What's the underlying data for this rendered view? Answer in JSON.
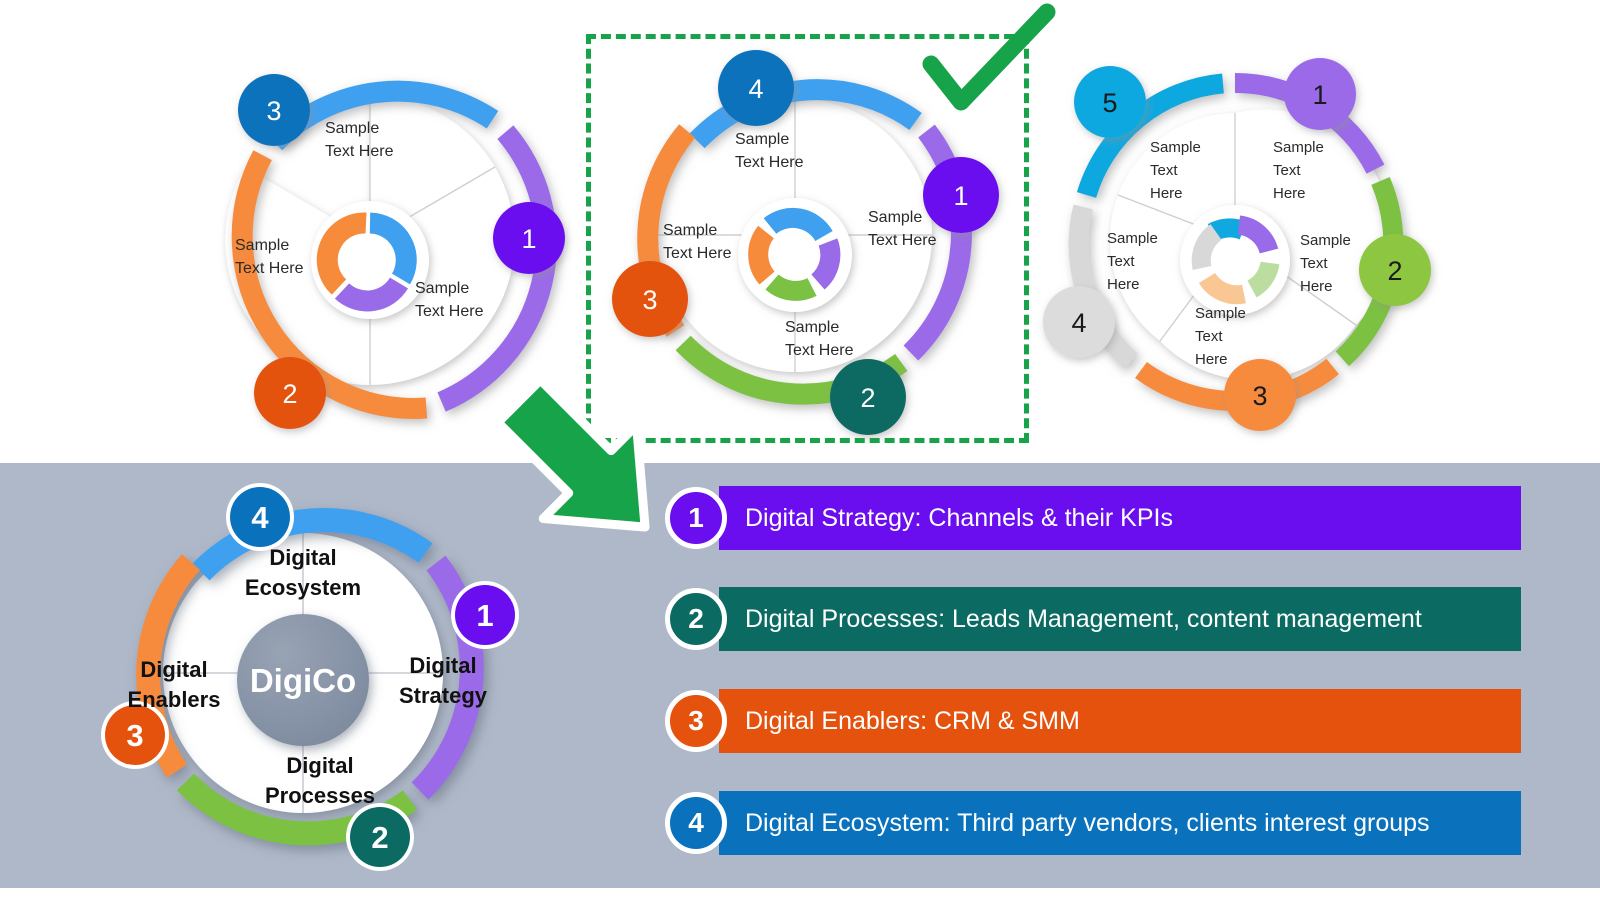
{
  "colors": {
    "violet": "#6A0DEF",
    "violet_light": "#9A6BE8",
    "teal": "#0B6B63",
    "green": "#7BC143",
    "orange_dark": "#E4520E",
    "orange": "#F68B3C",
    "blue_dark": "#0A72BC",
    "blue_light": "#3FA0F0",
    "cyan": "#11A8E0",
    "gray_seg": "#D8D8D8",
    "gray_badge": "#DCDCDC",
    "panel_bg": "#AEB8C8",
    "accent_green": "#17A34A",
    "digico_center": "#8894A8"
  },
  "highlight": {
    "dashed_border_color": "#17A34A",
    "checkmark_icon": "check-mark",
    "arrow_icon": "arrow-down-left"
  },
  "diagrams": {
    "left": {
      "name": "three-step-cycle",
      "segments": [
        {
          "number": "1",
          "label_line1": "Sample",
          "label_line2": "Text Here",
          "color": "#9A6BE8",
          "badge_color": "#6A0DEF",
          "badge_text_color": "#ffffff"
        },
        {
          "number": "2",
          "label_line1": "Sample",
          "label_line2": "Text Here",
          "color": "#F68B3C",
          "badge_color": "#E4520E",
          "badge_text_color": "#ffffff"
        },
        {
          "number": "3",
          "label_line1": "Sample",
          "label_line2": "Text Here",
          "color": "#3FA0F0",
          "badge_color": "#0A72BC",
          "badge_text_color": "#ffffff"
        }
      ]
    },
    "middle": {
      "name": "four-step-cycle",
      "selected": true,
      "segments": [
        {
          "number": "1",
          "label_line1": "Sample",
          "label_line2": "Text Here",
          "color": "#9A6BE8",
          "badge_color": "#6A0DEF",
          "badge_text_color": "#ffffff"
        },
        {
          "number": "2",
          "label_line1": "Sample",
          "label_line2": "Text Here",
          "color": "#7BC143",
          "badge_color": "#0B6B63",
          "badge_text_color": "#ffffff"
        },
        {
          "number": "3",
          "label_line1": "Sample",
          "label_line2": "Text Here",
          "color": "#F68B3C",
          "badge_color": "#E4520E",
          "badge_text_color": "#ffffff"
        },
        {
          "number": "4",
          "label_line1": "Sample",
          "label_line2": "Text Here",
          "color": "#3FA0F0",
          "badge_color": "#0A72BC",
          "badge_text_color": "#ffffff"
        }
      ]
    },
    "right": {
      "name": "five-step-cycle",
      "segments": [
        {
          "number": "1",
          "label_line1": "Sample",
          "label_line2": "Text",
          "label_line3": "Here",
          "color": "#9A6BE8",
          "badge_color": "#9A6BE8",
          "badge_text_color": "#1a1a1a"
        },
        {
          "number": "2",
          "label_line1": "Sample",
          "label_line2": "Text",
          "label_line3": "Here",
          "color": "#7BC143",
          "badge_color": "#8DC63F",
          "badge_text_color": "#1a1a1a"
        },
        {
          "number": "3",
          "label_line1": "Sample",
          "label_line2": "Text",
          "label_line3": "Here",
          "color": "#F68B3C",
          "badge_color": "#F68B3C",
          "badge_text_color": "#1a1a1a"
        },
        {
          "number": "4",
          "label_line1": "Sample",
          "label_line2": "Text",
          "label_line3": "Here",
          "color": "#D8D8D8",
          "badge_color": "#DCDCDC",
          "badge_text_color": "#1a1a1a"
        },
        {
          "number": "5",
          "label_line1": "Sample",
          "label_line2": "Text",
          "label_line3": "Here",
          "color": "#11A8E0",
          "badge_color": "#11A8E0",
          "badge_text_color": "#1a1a1a"
        }
      ]
    },
    "digico": {
      "name": "digico-cycle",
      "center_label": "DigiCo",
      "segments": [
        {
          "number": "1",
          "label_line1": "Digital",
          "label_line2": "Strategy",
          "color": "#9A6BE8",
          "badge_color": "#6A0DEF",
          "badge_text_color": "#ffffff"
        },
        {
          "number": "2",
          "label_line1": "Digital",
          "label_line2": "Processes",
          "color": "#7BC143",
          "badge_color": "#0B6B63",
          "badge_text_color": "#ffffff"
        },
        {
          "number": "3",
          "label_line1": "Digital",
          "label_line2": "Enablers",
          "color": "#F68B3C",
          "badge_color": "#E4520E",
          "badge_text_color": "#ffffff"
        },
        {
          "number": "4",
          "label_line1": "Digital",
          "label_line2": "Ecosystem",
          "color": "#3FA0F0",
          "badge_color": "#0A72BC",
          "badge_text_color": "#ffffff"
        }
      ]
    }
  },
  "legend": {
    "items": [
      {
        "number": "1",
        "text": "Digital Strategy: Channels & their KPIs",
        "color": "#6A0DEF"
      },
      {
        "number": "2",
        "text": "Digital Processes: Leads Management, content management",
        "color": "#0B6B63"
      },
      {
        "number": "3",
        "text": "Digital Enablers: CRM & SMM",
        "color": "#E4520E"
      },
      {
        "number": "4",
        "text": "Digital Ecosystem: Third party vendors, clients interest groups",
        "color": "#0A72BC"
      }
    ]
  }
}
